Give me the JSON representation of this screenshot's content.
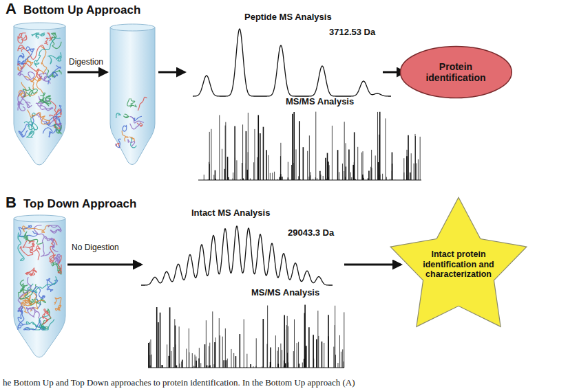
{
  "diagram": {
    "caption": "he Bottom Up and Top Down approaches to protein identification. In the Bottom Up approach (A)",
    "nodes": [
      {
        "text": [
          "Protein identification"
        ]
      },
      {
        "text": [
          "Intact protein identification and characterization"
        ]
      }
    ],
    "labels": [
      "A",
      "Bottom Up Approach",
      "Digestion",
      "Peptide MS Analysis",
      "3712.53 Da",
      "MS/MS Analysis",
      "B",
      "Top Down Approach",
      "No Digestion",
      "Intact MS Analysis",
      "29043.3 Da",
      "MS/MS Analysis"
    ]
  }
}
